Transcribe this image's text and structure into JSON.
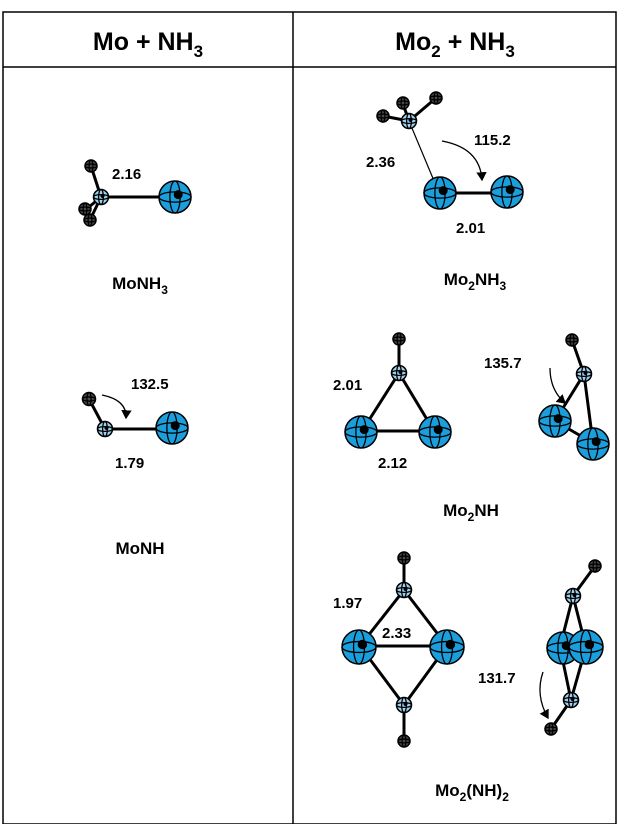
{
  "table": {
    "left_header": {
      "base": "Mo + NH",
      "sub": "3"
    },
    "right_header": {
      "base": "Mo",
      "sub": "2",
      "rest": " + NH",
      "sub2": "3"
    }
  },
  "left_column": {
    "monh3": {
      "bond_label": "2.16",
      "name": {
        "p1": "MoNH",
        "s1": "3"
      }
    },
    "monh": {
      "angle_label": "132.5",
      "bond_label": "1.79",
      "name": "MoNH"
    }
  },
  "right_column": {
    "mo2nh3": {
      "n_mo_label": "2.36",
      "angle_label": "115.2",
      "mo_mo_label": "2.01",
      "name": {
        "p1": "Mo",
        "s1": "2",
        "p2": "NH",
        "s2": "3"
      }
    },
    "mo2nh": {
      "mo_n_label": "2.01",
      "mo_mo_label": "2.12",
      "angle_label": "135.7",
      "name": {
        "p1": "Mo",
        "s1": "2",
        "p2": "NH"
      }
    },
    "mo2nh2": {
      "mo_n_label": "1.97",
      "mo_mo_label": "2.33",
      "angle_label": "131.7",
      "name": {
        "p1": "Mo",
        "s1": "2",
        "p2": "(NH)",
        "s2": "2"
      }
    }
  },
  "colors": {
    "molybdenum": "#1a9fdc",
    "nitrogen": "#9fd3f1",
    "hydrogen": "#4a4a4a",
    "bond": "#000000"
  }
}
